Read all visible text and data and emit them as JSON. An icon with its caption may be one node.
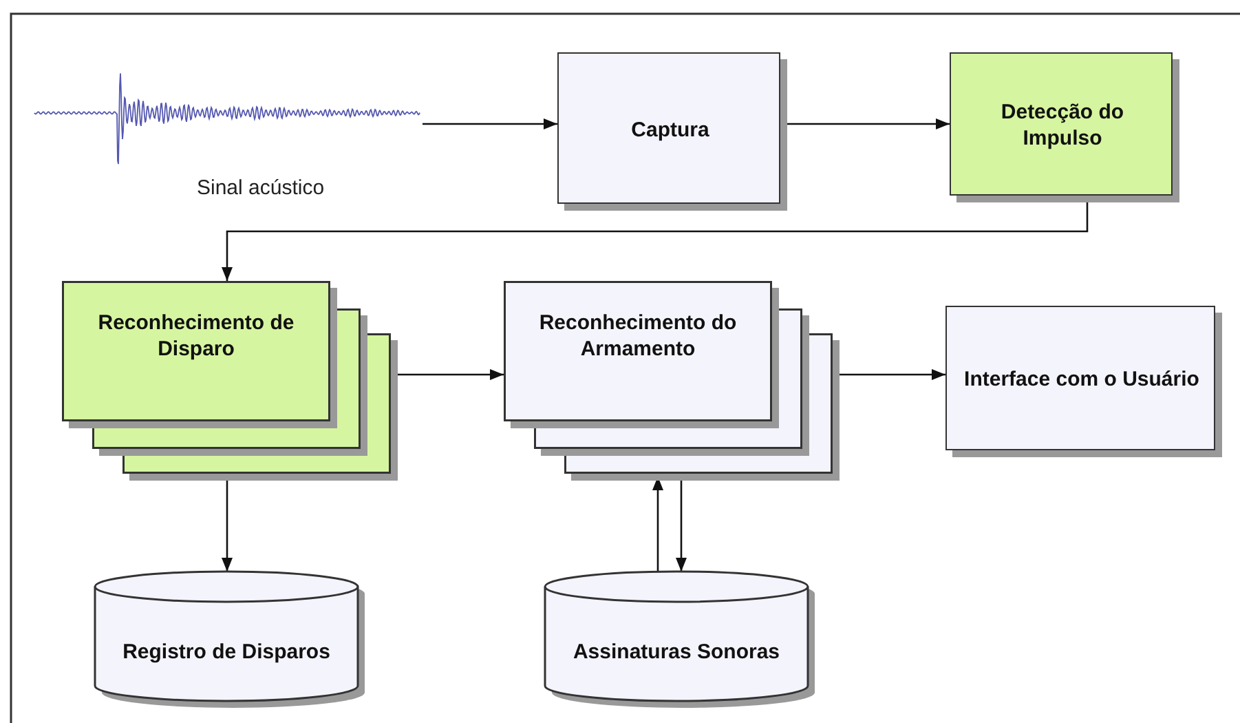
{
  "diagram": {
    "nodes": [
      {
        "text": [],
        "shape": "picture",
        "beside": [
          "Sinal acústico"
        ]
      },
      {
        "text": [
          "Captura"
        ]
      },
      {
        "text": [
          "Detecção do Impulso"
        ]
      },
      {
        "text": [
          "Reconhecimento de Disparo"
        ]
      },
      {
        "text": [
          "Reconhecimento do Armamento"
        ]
      },
      {
        "text": [
          "Interface com o Usuário"
        ]
      },
      {
        "text": [
          "Registro de Disparos"
        ]
      },
      {
        "text": [
          "Assinaturas Sonoras"
        ]
      }
    ],
    "edges": [
      {
        "from": 0,
        "to": 1,
        "arrow": "to"
      },
      {
        "from": 1,
        "to": 2,
        "arrow": "to"
      },
      {
        "from": 2,
        "to": 3,
        "arrow": "to"
      },
      {
        "from": 3,
        "to": 4,
        "arrow": "to"
      },
      {
        "from": 4,
        "to": 5,
        "arrow": "to"
      },
      {
        "from": 3,
        "to": 6,
        "arrow": "to"
      },
      {
        "from": 7,
        "to": 4,
        "arrow": "to"
      },
      {
        "from": 4,
        "to": 7,
        "arrow": "to"
      }
    ]
  }
}
